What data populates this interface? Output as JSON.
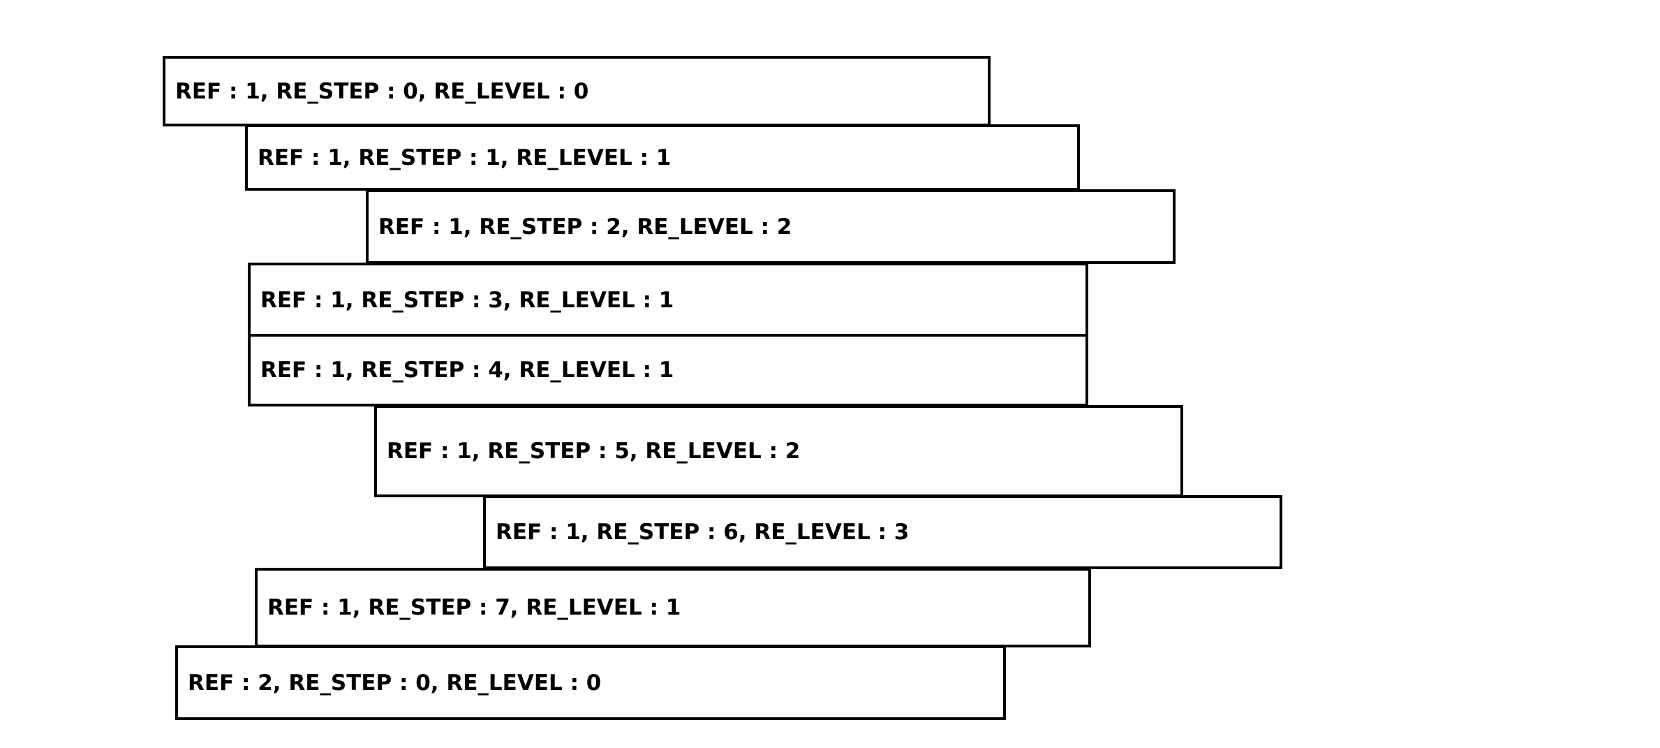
{
  "diagram": {
    "boxes": [
      {
        "label": "REF : 1, RE_STEP : 0, RE_LEVEL : 0",
        "ref": 1,
        "re_step": 0,
        "re_level": 0
      },
      {
        "label": "REF : 1, RE_STEP : 1, RE_LEVEL : 1",
        "ref": 1,
        "re_step": 1,
        "re_level": 1
      },
      {
        "label": "REF : 1, RE_STEP : 2, RE_LEVEL : 2",
        "ref": 1,
        "re_step": 2,
        "re_level": 2
      },
      {
        "label": "REF : 1, RE_STEP : 3, RE_LEVEL : 1",
        "ref": 1,
        "re_step": 3,
        "re_level": 1
      },
      {
        "label": "REF : 1, RE_STEP : 4, RE_LEVEL : 1",
        "ref": 1,
        "re_step": 4,
        "re_level": 1
      },
      {
        "label": "REF : 1, RE_STEP : 5, RE_LEVEL : 2",
        "ref": 1,
        "re_step": 5,
        "re_level": 2
      },
      {
        "label": "REF : 1, RE_STEP : 6, RE_LEVEL : 3",
        "ref": 1,
        "re_step": 6,
        "re_level": 3
      },
      {
        "label": "REF : 1, RE_STEP : 7, RE_LEVEL : 1",
        "ref": 1,
        "re_step": 7,
        "re_level": 1
      },
      {
        "label": "REF : 2, RE_STEP : 0, RE_LEVEL : 0",
        "ref": 2,
        "re_step": 0,
        "re_level": 0
      }
    ]
  }
}
